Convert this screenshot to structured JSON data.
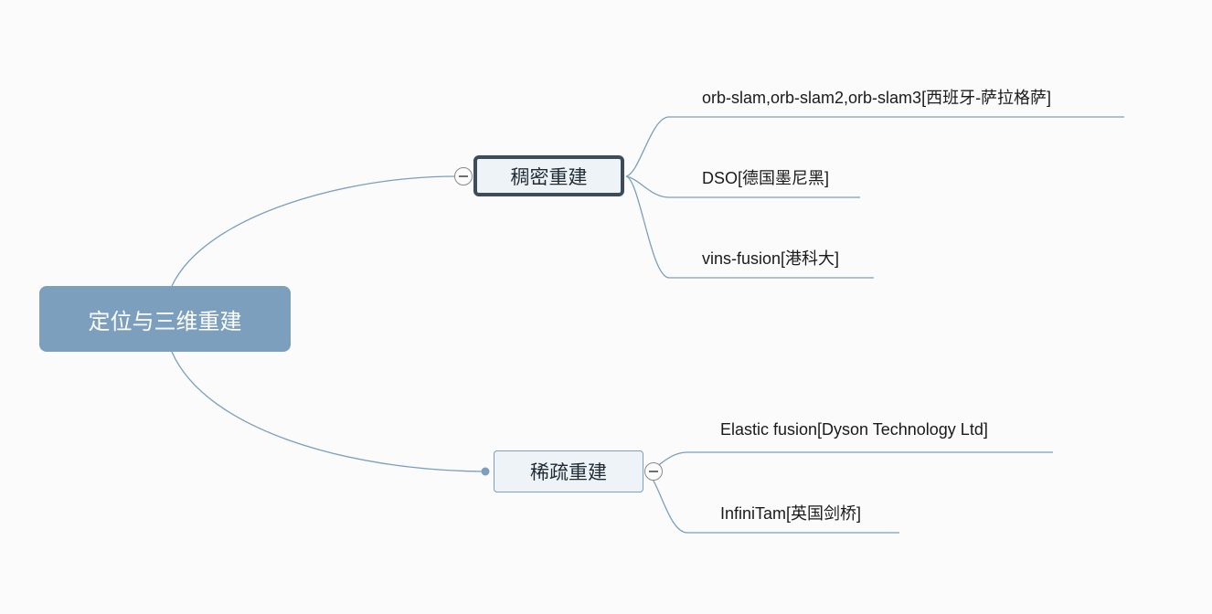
{
  "root": {
    "label": "定位与三维重建"
  },
  "branches": [
    {
      "label": "稠密重建",
      "selected": true,
      "children": [
        "orb-slam,orb-slam2,orb-slam3[西班牙-萨拉格萨]",
        "DSO[德国墨尼黑]",
        "vins-fusion[港科大]"
      ]
    },
    {
      "label": "稀疏重建",
      "selected": false,
      "children": [
        "Elastic fusion[Dyson Technology Ltd]",
        "InfiniTam[英国剑桥]"
      ]
    }
  ],
  "colors": {
    "line": "#7b9fbd",
    "root_fill": "#7b9fbd",
    "selected_border": "#3d4c5a",
    "topic_fill": "#eef3f8"
  }
}
